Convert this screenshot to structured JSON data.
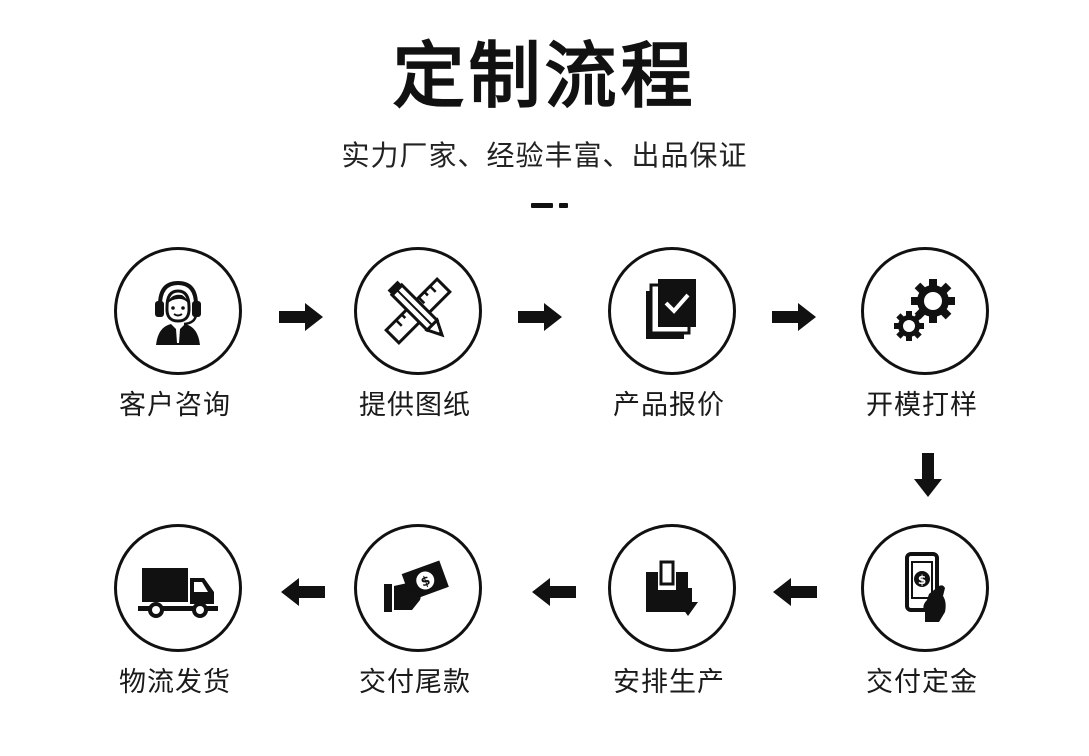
{
  "header": {
    "title": "定制流程",
    "subtitle": "实力厂家、经验丰富、出品保证"
  },
  "steps": [
    {
      "label": "客户咨询",
      "icon": "customer-service-icon"
    },
    {
      "label": "提供图纸",
      "icon": "ruler-pencil-icon"
    },
    {
      "label": "产品报价",
      "icon": "document-check-icon"
    },
    {
      "label": "开模打样",
      "icon": "gears-icon"
    },
    {
      "label": "交付定金",
      "icon": "phone-payment-icon"
    },
    {
      "label": "安排生产",
      "icon": "production-box-icon"
    },
    {
      "label": "交付尾款",
      "icon": "hand-money-icon"
    },
    {
      "label": "物流发货",
      "icon": "truck-icon"
    }
  ],
  "colors": {
    "ink": "#111111",
    "background": "#ffffff"
  }
}
